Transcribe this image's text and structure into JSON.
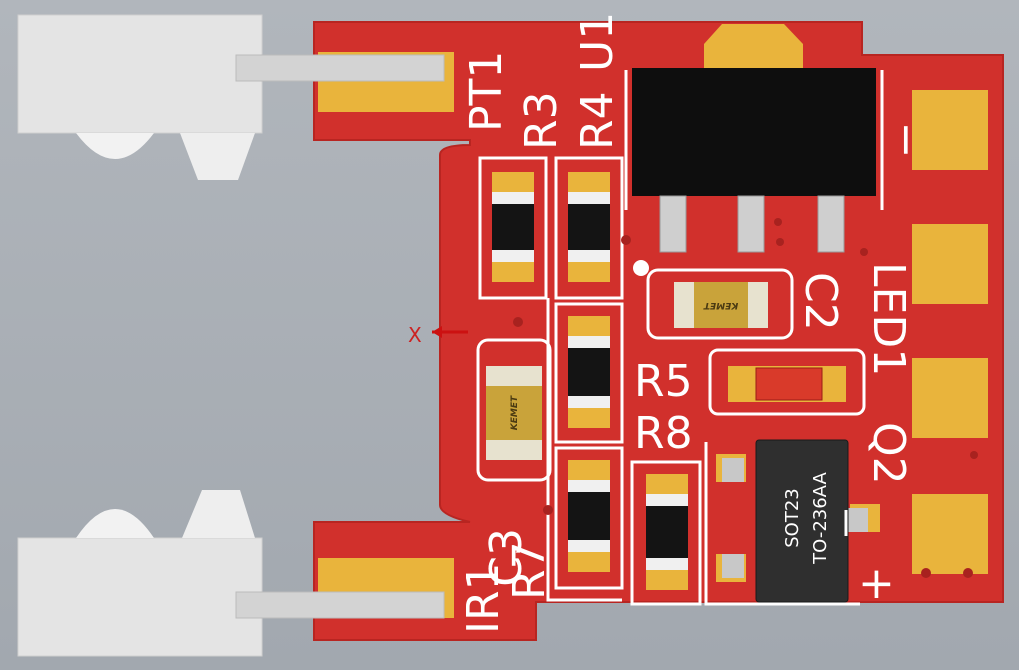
{
  "board": {
    "labels": {
      "pt1": "PT1",
      "r3": "R3",
      "r4": "R4",
      "u1": "U1",
      "c2": "C2",
      "led1": "LED1",
      "r5": "R5",
      "r8": "R8",
      "q2": "Q2",
      "c3": "C3",
      "r7": "R7",
      "ir1": "IR1",
      "minus": "−",
      "plus": "+"
    },
    "parts": {
      "q2_marking_1": "SOT23",
      "q2_marking_2": "TO-236AA",
      "kemet_c2": "KEMET",
      "kemet_c3": "KEMET"
    },
    "origin_marker": "X",
    "colors": {
      "pcb": "#d1302c",
      "pad": "#e9b43c",
      "silk": "#ffffff",
      "background": "#a9afb6"
    }
  }
}
